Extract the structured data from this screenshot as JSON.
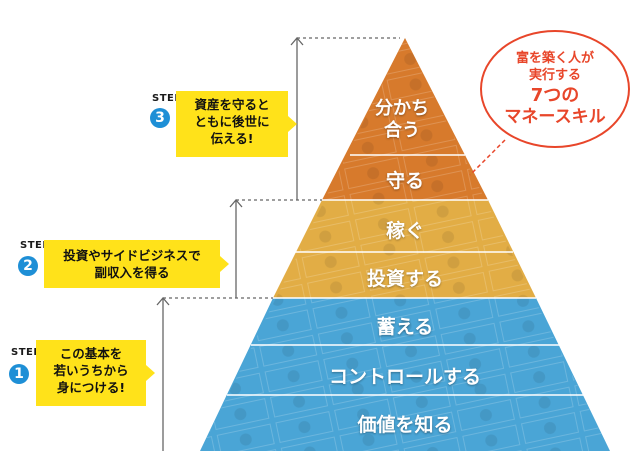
{
  "pyramid": {
    "levels": [
      {
        "label": "分かち\n合う"
      },
      {
        "label": "守る"
      },
      {
        "label": "稼ぐ"
      },
      {
        "label": "投資する"
      },
      {
        "label": "蓄える"
      },
      {
        "label": "コントロールする"
      },
      {
        "label": "価値を知る"
      }
    ]
  },
  "steps": [
    {
      "tag": "STEP",
      "number": "3",
      "note": "資産を守ると\nともに後世に\n伝える!"
    },
    {
      "tag": "STEP",
      "number": "2",
      "note": "投資やサイドビジネスで\n副収入を得る"
    },
    {
      "tag": "STEP",
      "number": "1",
      "note": "この基本を\n若いうちから\n身につける!"
    }
  ],
  "bubble": {
    "line1": "富を築く人が",
    "line2": "実行する",
    "line3": "7つの",
    "line4": "マネースキル"
  },
  "colors": {
    "top": "#d77a2c",
    "middle": "#e2ad45",
    "bottom": "#4aa5d6",
    "note": "#ffe21a",
    "accent": "#e8462a",
    "step": "#1e8fd6"
  }
}
